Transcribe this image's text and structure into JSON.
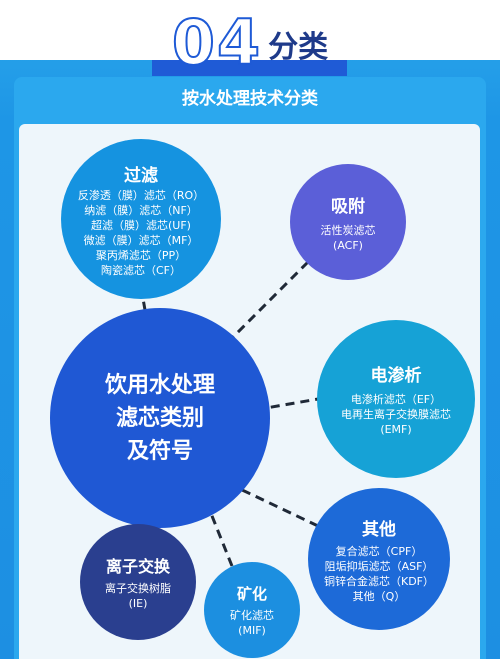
{
  "header": {
    "number": "04",
    "title": "分类"
  },
  "subtitle": "按水处理技术分类",
  "center": {
    "lines": [
      "饮用水处理",
      "滤芯类别",
      "及符号"
    ]
  },
  "nodes": {
    "filter": {
      "title": "过滤",
      "items": [
        "反渗透（膜）滤芯（RO）",
        "纳滤（膜）滤芯（NF）",
        "超滤（膜）滤芯(UF)",
        "微滤（膜）滤芯（MF）",
        "聚丙烯滤芯（PP）",
        "陶瓷滤芯（CF）"
      ]
    },
    "adsorb": {
      "title": "吸附",
      "items": [
        "活性炭滤芯",
        "(ACF)"
      ]
    },
    "electro": {
      "title": "电渗析",
      "items": [
        "电渗析滤芯（EF）",
        "电再生离子交换膜滤芯",
        "(EMF)"
      ]
    },
    "other": {
      "title": "其他",
      "items": [
        "复合滤芯（CPF）",
        "阻垢抑垢滤芯（ASF）",
        "铜锌合金滤芯（KDF）",
        "其他（Q）"
      ]
    },
    "ion": {
      "title": "离子交换",
      "items": [
        "离子交换树脂",
        "(IE)"
      ]
    },
    "mineral": {
      "title": "矿化",
      "items": [
        "矿化滤芯",
        "(MIF)"
      ]
    }
  },
  "colors": {
    "card": "#2ba8ee",
    "center": "#1f58d4",
    "line": "#1f2937"
  }
}
